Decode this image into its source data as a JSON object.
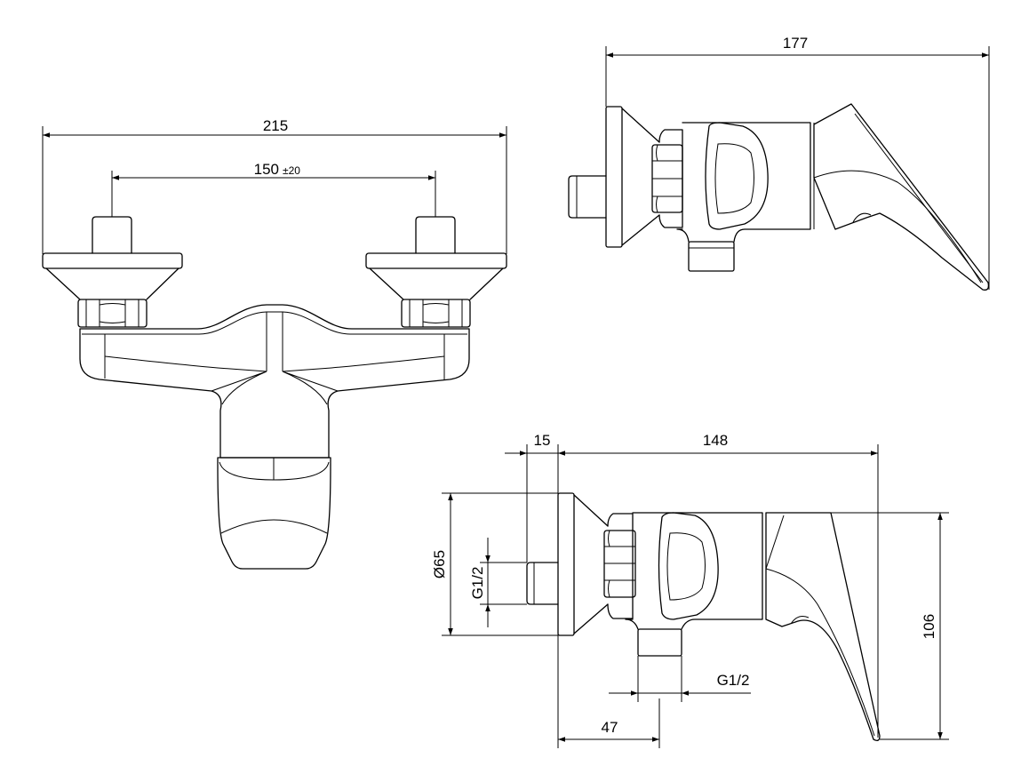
{
  "drawing": {
    "front_view": {
      "width_dim": "215",
      "spacing_dim": "150",
      "spacing_tol": "±20"
    },
    "top_view": {
      "depth_dim": "177"
    },
    "side_view": {
      "wall_offset_dim": "15",
      "depth_dim": "148",
      "rosette_dia": "Ø65",
      "inlet_thread": "G1/2",
      "outlet_thread": "G1/2",
      "outlet_offset_dim": "47",
      "height_dim": "106"
    }
  },
  "colors": {
    "line": "#000000",
    "background": "#ffffff"
  }
}
